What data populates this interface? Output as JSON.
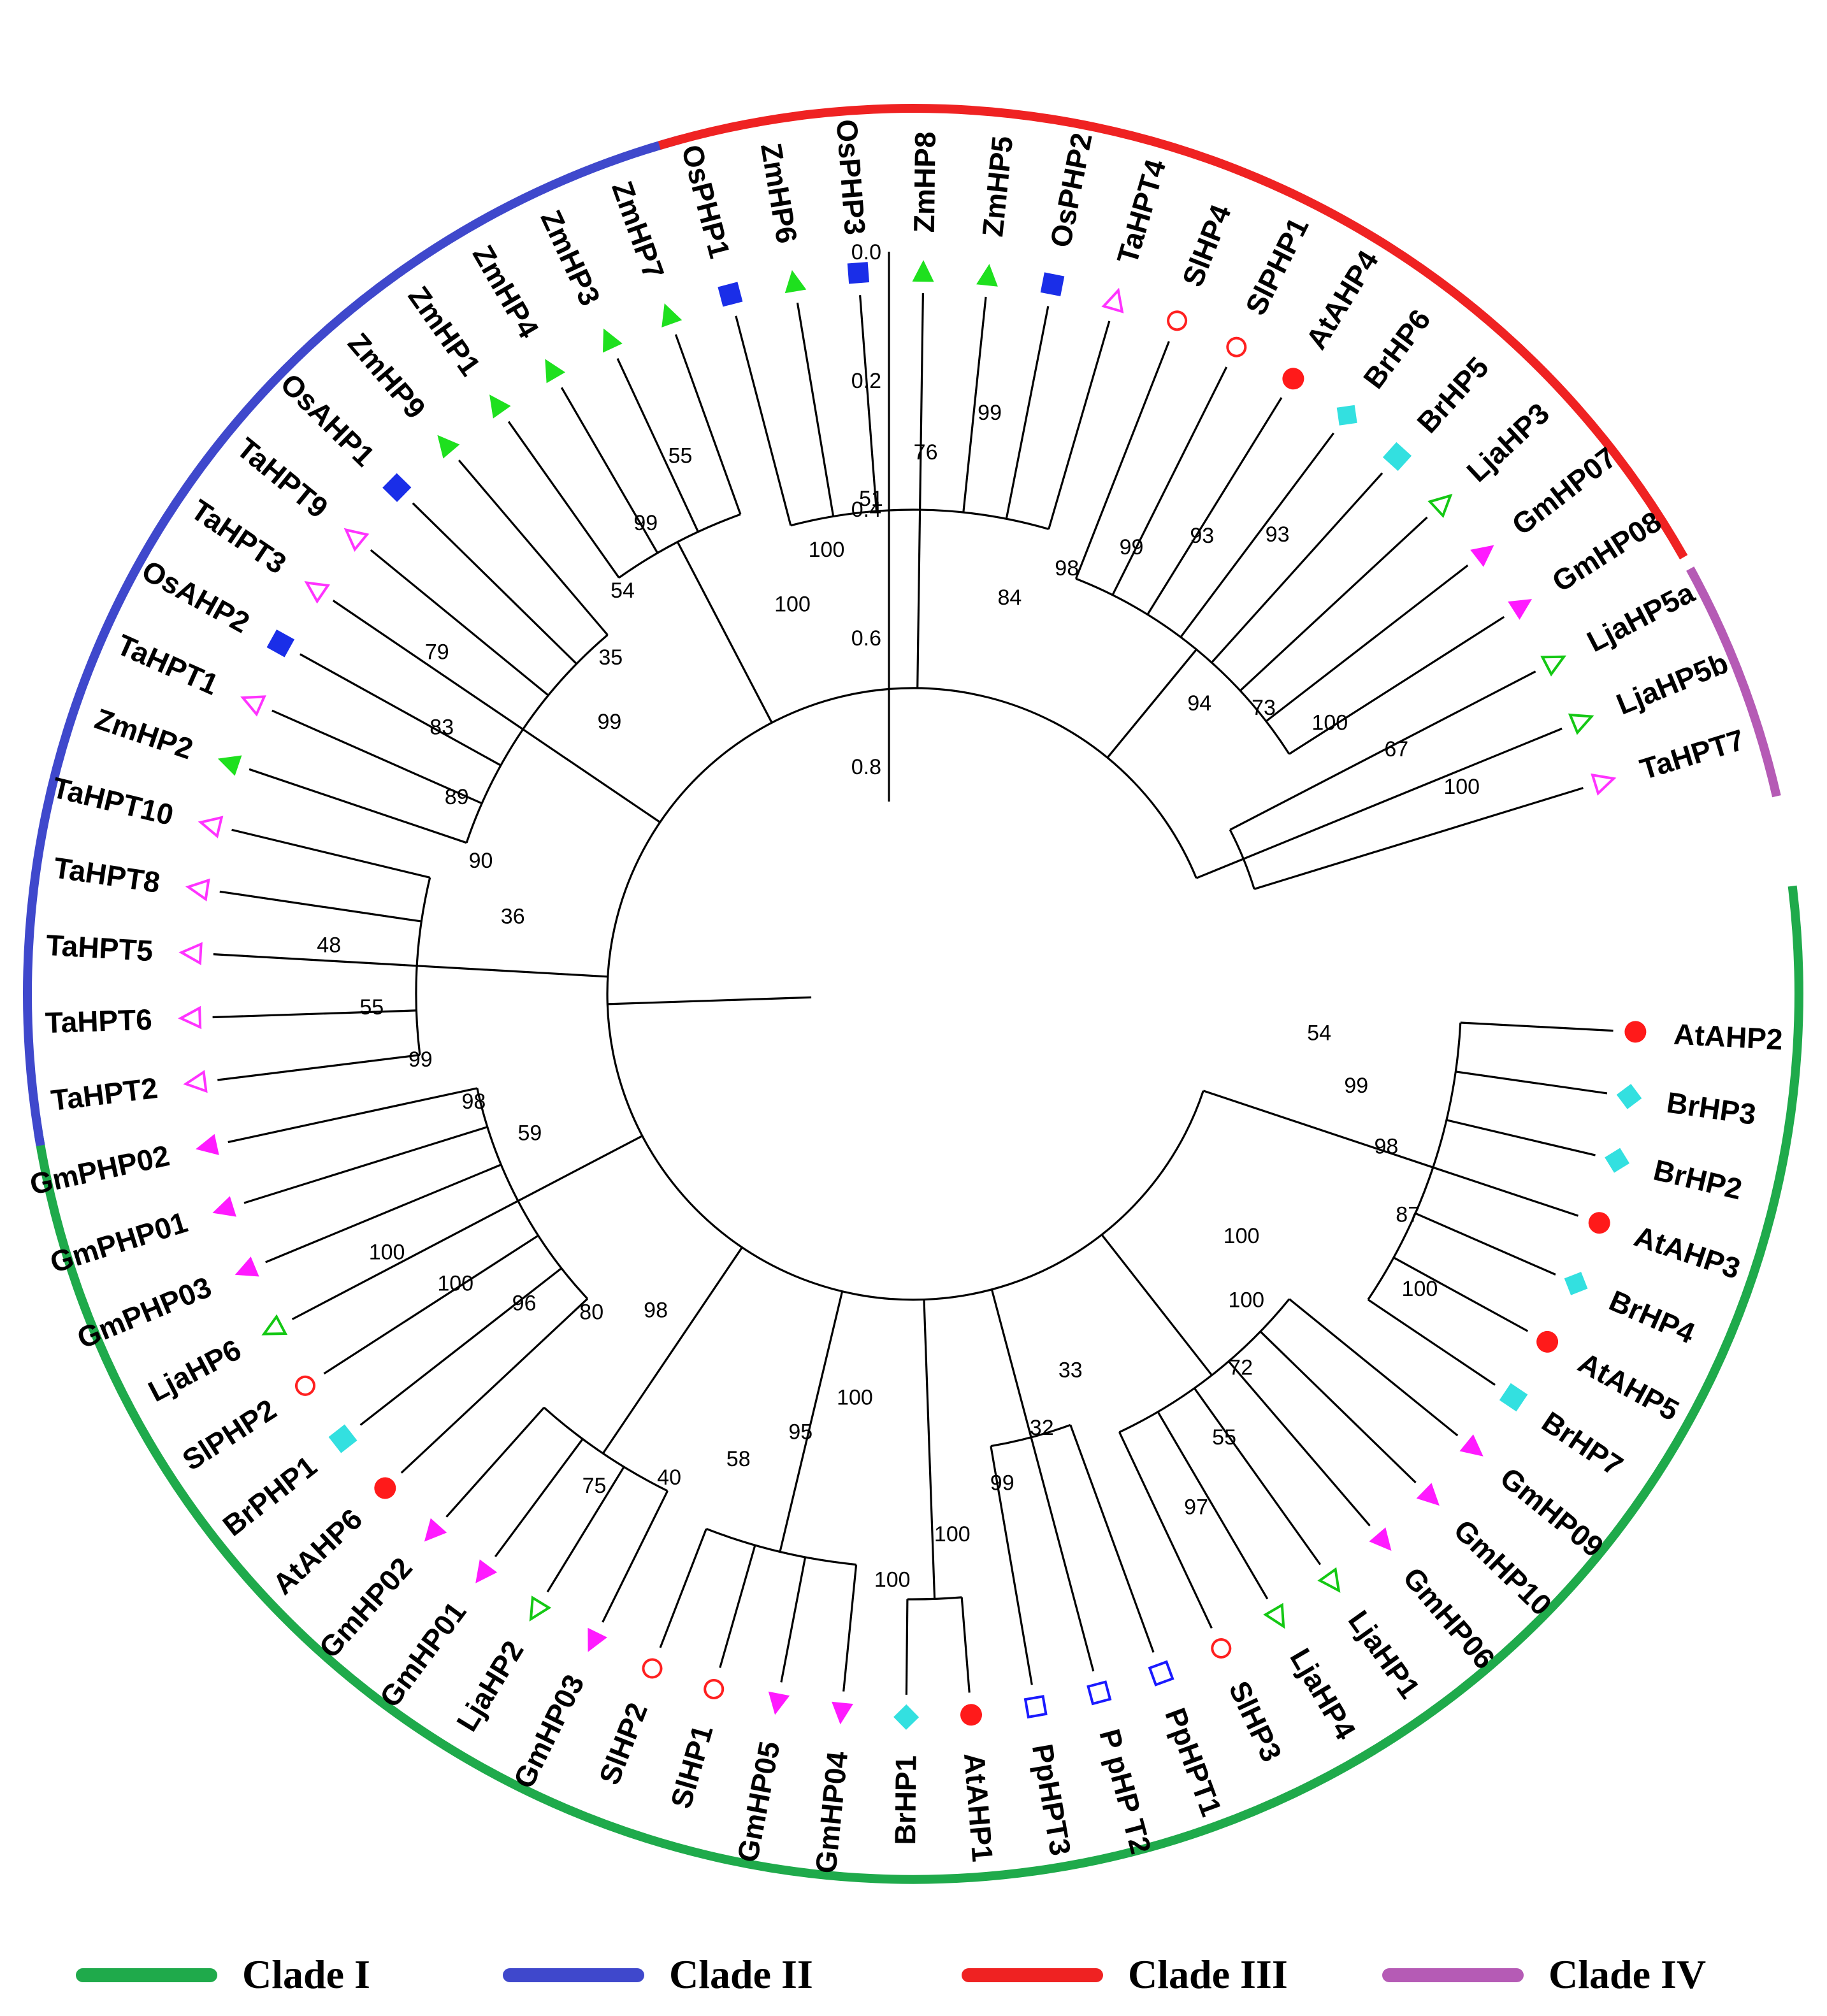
{
  "scale": {
    "ticks": [
      "0.0",
      "0.2",
      "0.4",
      "0.6",
      "0.8"
    ]
  },
  "colors": {
    "clade_I": "#1faa4b",
    "clade_II": "#3f48cc",
    "clade_III": "#ef2222",
    "clade_IV": "#b55bb5",
    "At": "#ff1a1a",
    "Br": "#33e0e0",
    "Gm": "#ff1aff",
    "Lja": "#14c814",
    "Sl": "#ff2020",
    "Pp": "#1a1aff",
    "Os": "#1a2ee8",
    "Zm": "#1ee01e",
    "Ta": "#ff33ff"
  },
  "leaves": [
    {
      "label": "AtAHP2",
      "marker": "circle-filled",
      "species": "At"
    },
    {
      "label": "BrHP3",
      "marker": "diamond-filled",
      "species": "Br"
    },
    {
      "label": "BrHP2",
      "marker": "diamond-filled",
      "species": "Br"
    },
    {
      "label": "AtAHP3",
      "marker": "circle-filled",
      "species": "At"
    },
    {
      "label": "BrHP4",
      "marker": "diamond-filled",
      "species": "Br"
    },
    {
      "label": "AtAHP5",
      "marker": "circle-filled",
      "species": "At"
    },
    {
      "label": "BrHP7",
      "marker": "square-filled",
      "species": "Br"
    },
    {
      "label": "GmHP09",
      "marker": "triangle-filled",
      "species": "Gm"
    },
    {
      "label": "GmHP10",
      "marker": "triangle-filled",
      "species": "Gm"
    },
    {
      "label": "GmHP06",
      "marker": "triangle-filled",
      "species": "Gm"
    },
    {
      "label": "LjaHP1",
      "marker": "triangle-open",
      "species": "Lja"
    },
    {
      "label": "LjaHP4",
      "marker": "triangle-open",
      "species": "Lja"
    },
    {
      "label": "SlHP3",
      "marker": "circle-open",
      "species": "Sl"
    },
    {
      "label": "PpHPT1",
      "marker": "square-open",
      "species": "Pp"
    },
    {
      "label": "P pHP T2",
      "marker": "square-open",
      "species": "Pp"
    },
    {
      "label": "PpHPT3",
      "marker": "square-open",
      "species": "Pp"
    },
    {
      "label": "AtAHP1",
      "marker": "circle-filled",
      "species": "At"
    },
    {
      "label": "BrHP1",
      "marker": "diamond-filled",
      "species": "Br"
    },
    {
      "label": "GmHP04",
      "marker": "triangle-filled",
      "species": "Gm"
    },
    {
      "label": "GmHP05",
      "marker": "triangle-filled",
      "species": "Gm"
    },
    {
      "label": "SlHP1",
      "marker": "circle-open",
      "species": "Sl"
    },
    {
      "label": "SlHP2",
      "marker": "circle-open",
      "species": "Sl"
    },
    {
      "label": "GmHP03",
      "marker": "triangle-filled",
      "species": "Gm"
    },
    {
      "label": "LjaHP2",
      "marker": "triangle-open",
      "species": "Lja"
    },
    {
      "label": "GmHP01",
      "marker": "triangle-filled",
      "species": "Gm"
    },
    {
      "label": "GmHP02",
      "marker": "triangle-filled",
      "species": "Gm"
    },
    {
      "label": "AtAHP6",
      "marker": "circle-filled",
      "species": "At"
    },
    {
      "label": "BrPHP1",
      "marker": "square-filled",
      "species": "Br"
    },
    {
      "label": "SlPHP2",
      "marker": "circle-open",
      "species": "Sl"
    },
    {
      "label": "LjaHP6",
      "marker": "triangle-open",
      "species": "Lja"
    },
    {
      "label": "GmPHP03",
      "marker": "triangle-filled",
      "species": "Gm"
    },
    {
      "label": "GmPHP01",
      "marker": "triangle-filled",
      "species": "Gm"
    },
    {
      "label": "GmPHP02",
      "marker": "triangle-filled",
      "species": "Gm"
    },
    {
      "label": "TaHPT2",
      "marker": "triangle-open",
      "species": "Ta"
    },
    {
      "label": "TaHPT6",
      "marker": "triangle-open",
      "species": "Ta"
    },
    {
      "label": "TaHPT5",
      "marker": "triangle-open",
      "species": "Ta"
    },
    {
      "label": "TaHPT8",
      "marker": "triangle-open",
      "species": "Ta"
    },
    {
      "label": "TaHPT10",
      "marker": "triangle-open",
      "species": "Ta"
    },
    {
      "label": "ZmHP2",
      "marker": "triangle-filled",
      "species": "Zm"
    },
    {
      "label": "TaHPT1",
      "marker": "triangle-open",
      "species": "Ta"
    },
    {
      "label": "OsAHP2",
      "marker": "square-filled",
      "species": "Os"
    },
    {
      "label": "TaHPT3",
      "marker": "triangle-open",
      "species": "Ta"
    },
    {
      "label": "TaHPT9",
      "marker": "triangle-open",
      "species": "Ta"
    },
    {
      "label": "OsAHP1",
      "marker": "square-filled",
      "species": "Os"
    },
    {
      "label": "ZmHP9",
      "marker": "triangle-filled",
      "species": "Zm"
    },
    {
      "label": "ZmHP1",
      "marker": "triangle-filled",
      "species": "Zm"
    },
    {
      "label": "ZmHP4",
      "marker": "triangle-filled",
      "species": "Zm"
    },
    {
      "label": "ZmHP3",
      "marker": "triangle-filled",
      "species": "Zm"
    },
    {
      "label": "ZmHP7",
      "marker": "triangle-filled",
      "species": "Zm"
    },
    {
      "label": "OsPHP1",
      "marker": "square-filled",
      "species": "Os"
    },
    {
      "label": "ZmHP6",
      "marker": "triangle-filled",
      "species": "Zm"
    },
    {
      "label": "OsPHP3",
      "marker": "square-filled",
      "species": "Os"
    },
    {
      "label": "ZmHP8",
      "marker": "triangle-filled",
      "species": "Zm"
    },
    {
      "label": "ZmHP5",
      "marker": "triangle-filled",
      "species": "Zm"
    },
    {
      "label": "OsPHP2",
      "marker": "square-filled",
      "species": "Os"
    },
    {
      "label": "TaHPT4",
      "marker": "triangle-open",
      "species": "Ta"
    },
    {
      "label": "SlHP4",
      "marker": "circle-open",
      "species": "Sl"
    },
    {
      "label": "SlPHP1",
      "marker": "circle-open",
      "species": "Sl"
    },
    {
      "label": "AtAHP4",
      "marker": "circle-filled",
      "species": "At"
    },
    {
      "label": "BrHP6",
      "marker": "diamond-filled",
      "species": "Br"
    },
    {
      "label": "BrHP5",
      "marker": "square-filled",
      "species": "Br"
    },
    {
      "label": "LjaHP3",
      "marker": "triangle-open",
      "species": "Lja"
    },
    {
      "label": "GmHP07",
      "marker": "triangle-filled",
      "species": "Gm"
    },
    {
      "label": "GmHP08",
      "marker": "triangle-filled",
      "species": "Gm"
    },
    {
      "label": "LjaHP5a",
      "marker": "triangle-open",
      "species": "Lja"
    },
    {
      "label": "LjaHP5b",
      "marker": "triangle-open",
      "species": "Lja"
    },
    {
      "label": "TaHPT7",
      "marker": "triangle-open",
      "species": "Ta"
    }
  ],
  "support_values": [
    "54",
    "99",
    "98",
    "87",
    "100",
    "100",
    "100",
    "72",
    "55",
    "97",
    "33",
    "32",
    "99",
    "100",
    "100",
    "100",
    "95",
    "58",
    "40",
    "75",
    "98",
    "80",
    "96",
    "100",
    "100",
    "59",
    "98",
    "99",
    "55",
    "48",
    "36",
    "90",
    "89",
    "83",
    "79",
    "99",
    "35",
    "54",
    "99",
    "55",
    "100",
    "100",
    "51",
    "76",
    "99",
    "84",
    "98",
    "99",
    "93",
    "93",
    "94",
    "73",
    "100",
    "67",
    "100"
  ],
  "legend": [
    {
      "label": "Clade I",
      "color_key": "clade_I"
    },
    {
      "label": "Clade II",
      "color_key": "clade_II"
    },
    {
      "label": "Clade III",
      "color_key": "clade_III"
    },
    {
      "label": "Clade IV",
      "color_key": "clade_IV"
    }
  ]
}
